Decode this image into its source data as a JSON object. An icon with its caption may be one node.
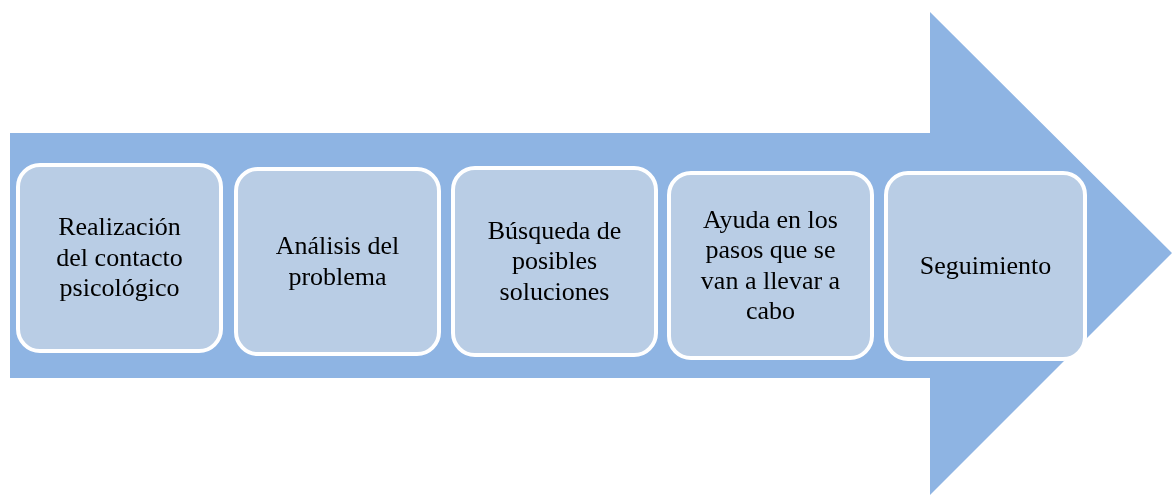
{
  "diagram": {
    "nodes": [
      {
        "text": [],
        "shape": "arrow"
      },
      {
        "text": [
          "Realización del contacto psicológico"
        ],
        "in": 0
      },
      {
        "text": [
          "Análisis del problema"
        ],
        "in": 0
      },
      {
        "text": [
          "Búsqueda de posibles soluciones"
        ],
        "in": 0
      },
      {
        "text": [
          "Ayuda en los pasos que se van a llevar a cabo"
        ],
        "in": 0
      },
      {
        "text": [
          "Seguimiento"
        ],
        "in": 0
      }
    ]
  }
}
